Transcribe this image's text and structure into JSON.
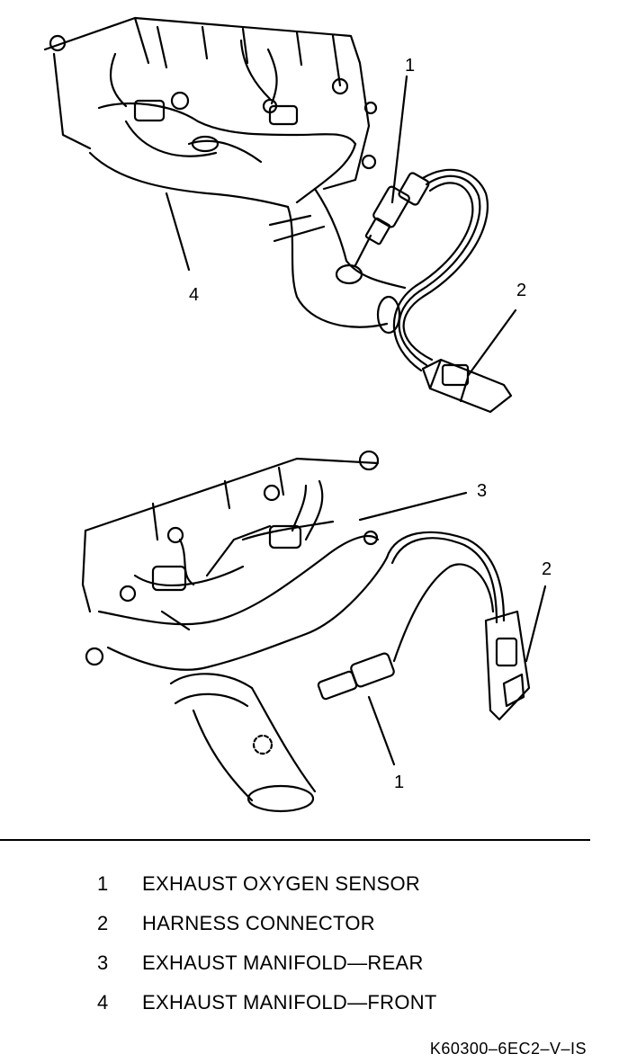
{
  "callouts": {
    "top_1": "1",
    "top_2": "2",
    "top_4": "4",
    "bottom_3": "3",
    "bottom_2": "2",
    "bottom_1": "1"
  },
  "legend": [
    {
      "num": "1",
      "text": "EXHAUST OXYGEN SENSOR"
    },
    {
      "num": "2",
      "text": "HARNESS CONNECTOR"
    },
    {
      "num": "3",
      "text": "EXHAUST MANIFOLD—REAR"
    },
    {
      "num": "4",
      "text": "EXHAUST MANIFOLD—FRONT"
    }
  ],
  "figure_code": "K60300–6EC2–V–IS"
}
